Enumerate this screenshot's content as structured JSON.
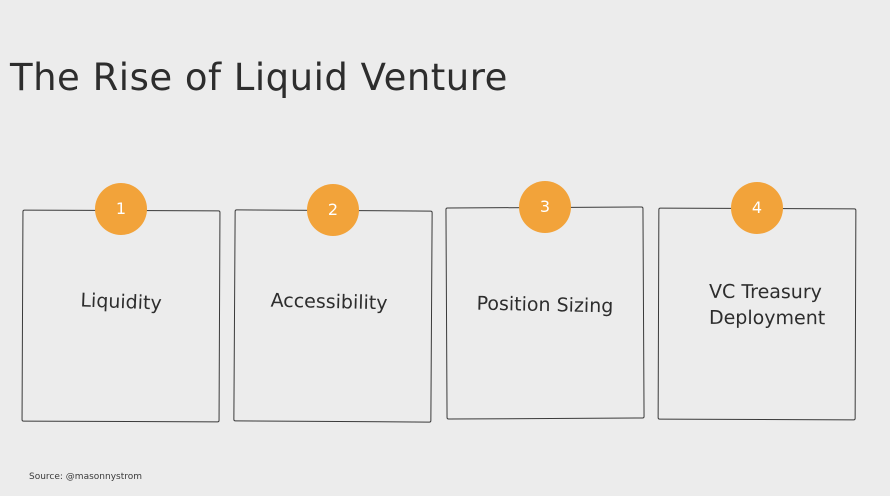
{
  "title": "The Rise of Liquid Venture",
  "colors": {
    "background": "#ececec",
    "badge": "#f2a33a",
    "stroke": "#3a3a3a"
  },
  "steps": [
    {
      "number": "1",
      "label": "Liquidity"
    },
    {
      "number": "2",
      "label": "Accessibility"
    },
    {
      "number": "3",
      "label": "Position Sizing"
    },
    {
      "number": "4",
      "label": "VC Treasury Deployment"
    }
  ],
  "source": "Source: @masonnystrom"
}
